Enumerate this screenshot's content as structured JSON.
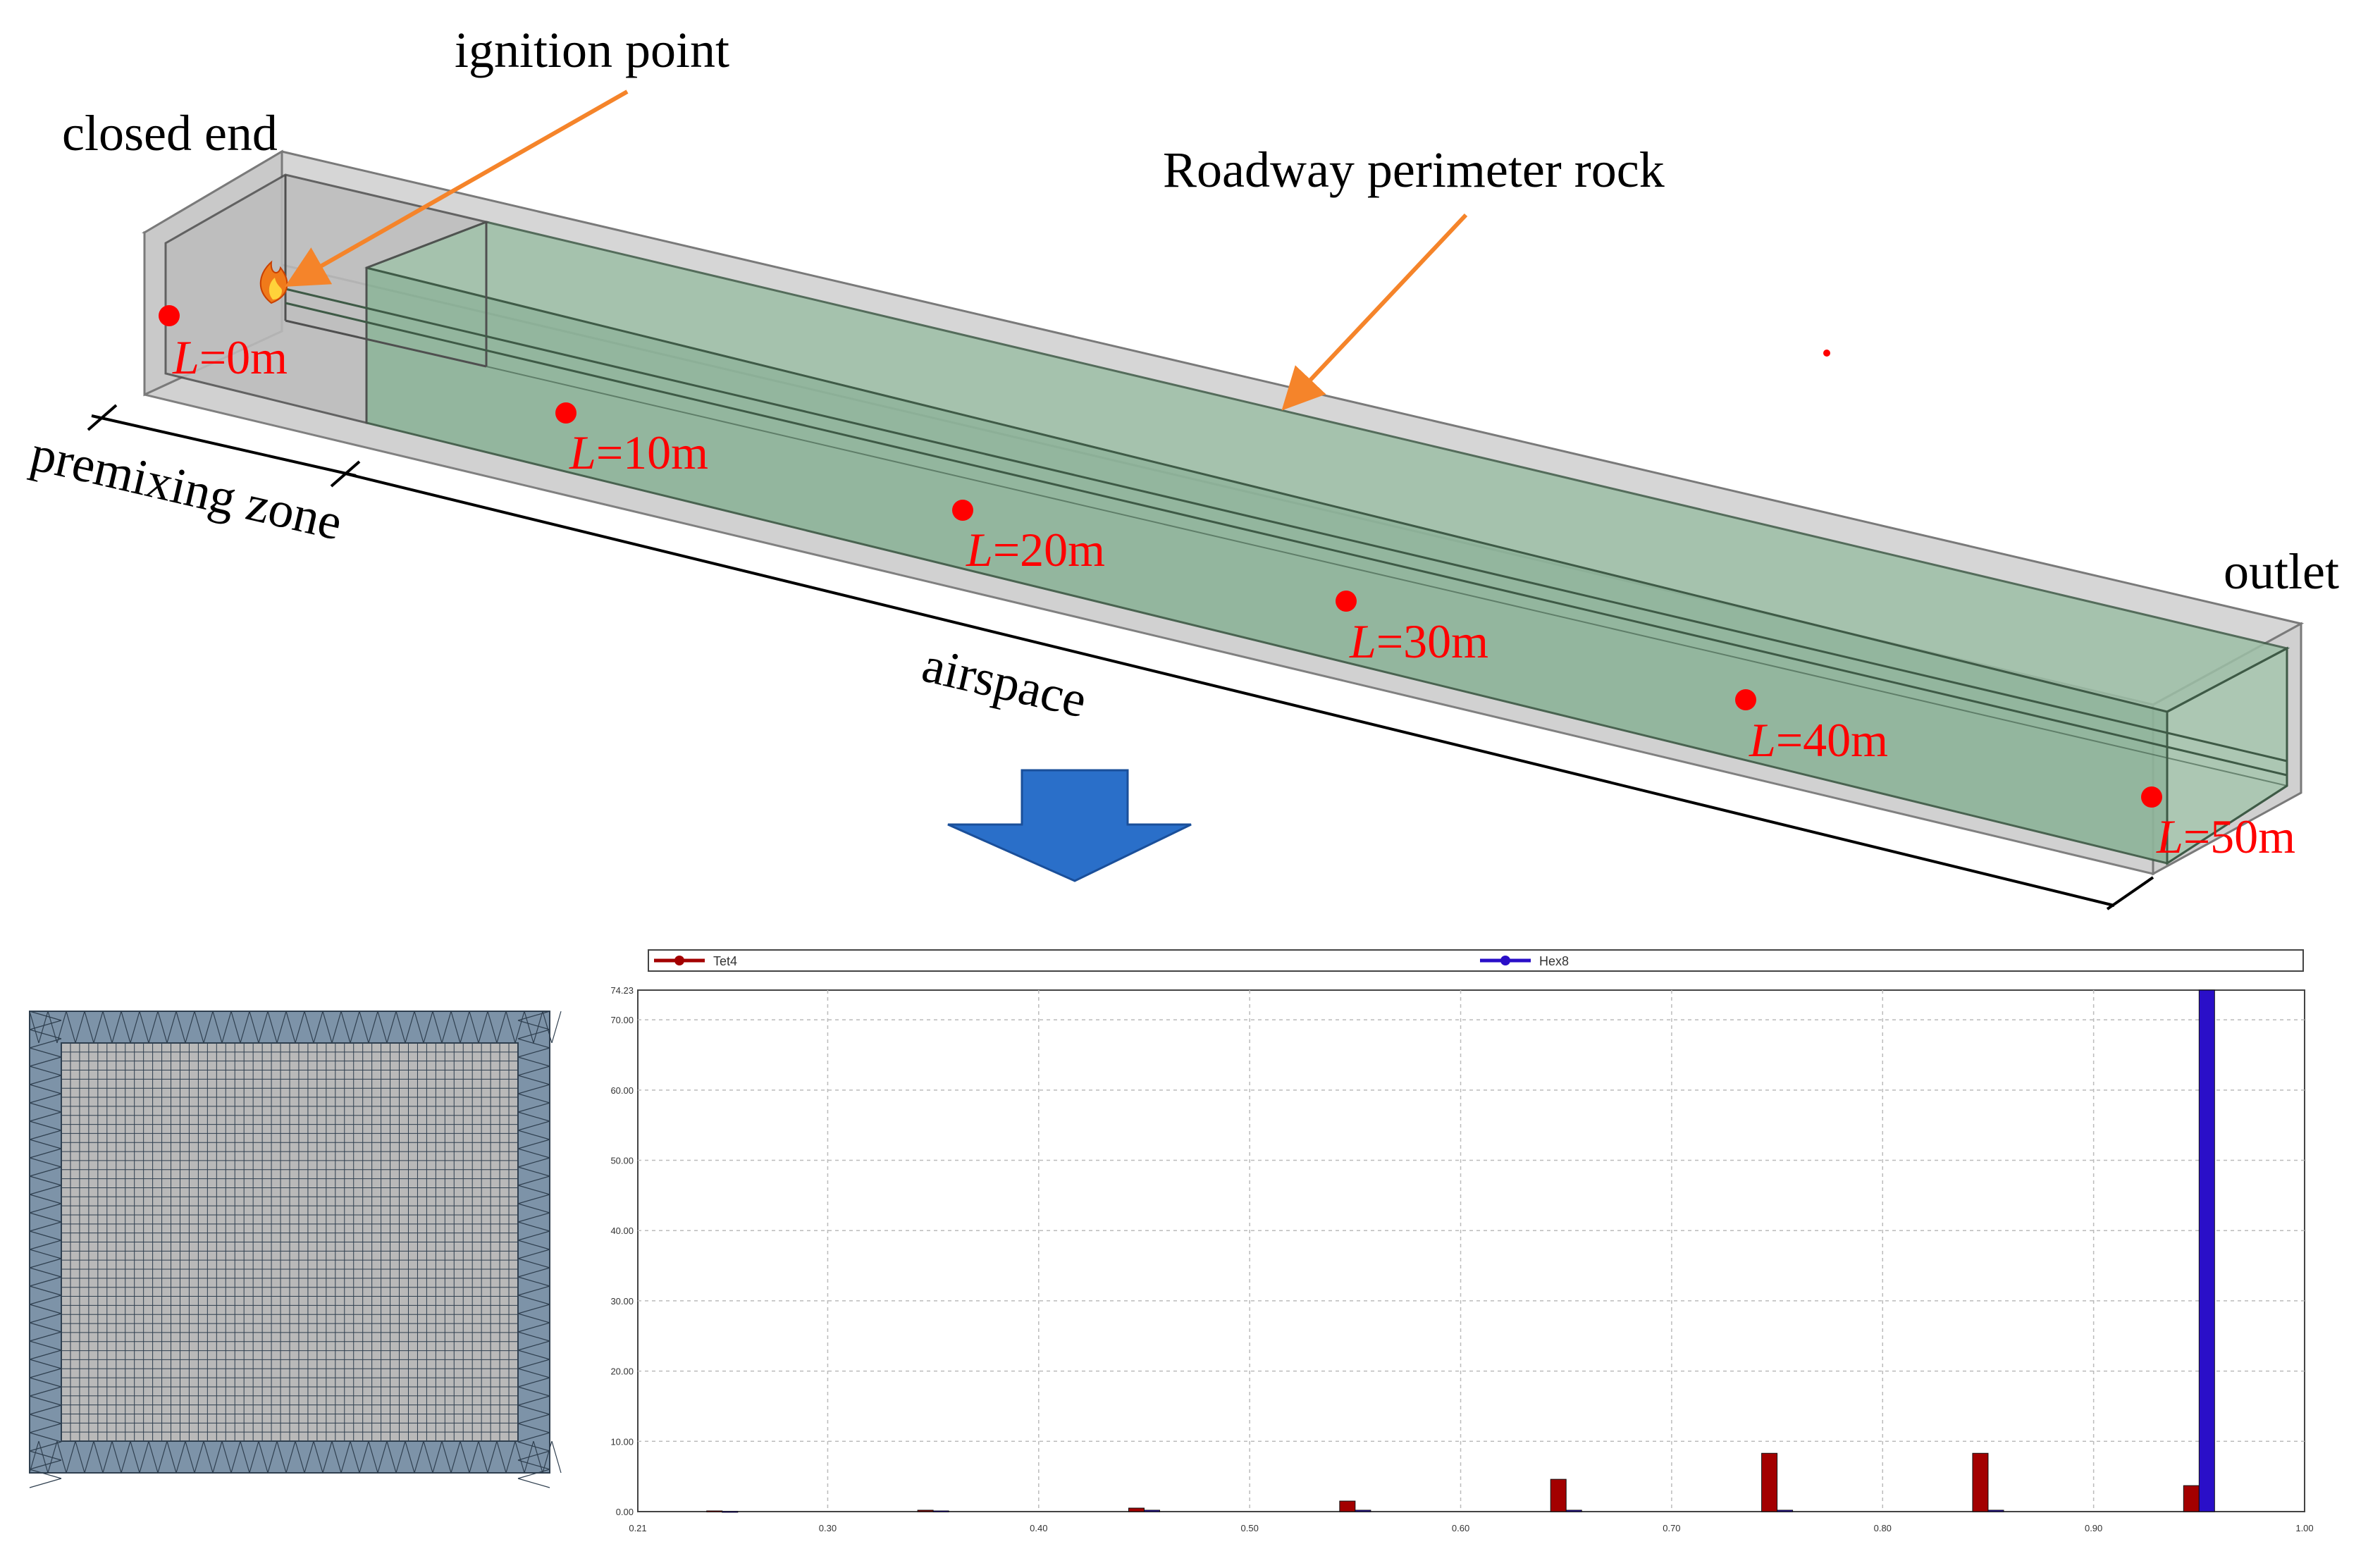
{
  "tunnel": {
    "labels": {
      "closed_end": "closed end",
      "ignition_point": "ignition point",
      "roadway_rock": "Roadway perimeter rock",
      "premixing_zone": "premixing zone",
      "airspace": "airspace",
      "outlet": "outlet"
    },
    "monitor_points": [
      {
        "italic": "L",
        "rest": "=0m"
      },
      {
        "italic": "L",
        "rest": "=10m"
      },
      {
        "italic": "L",
        "rest": "=20m"
      },
      {
        "italic": "L",
        "rest": "=30m"
      },
      {
        "italic": "L",
        "rest": "=40m"
      },
      {
        "italic": "L",
        "rest": "=50m"
      }
    ],
    "colors": {
      "rock": "#d3d3d3",
      "airspace": "#8fb49a",
      "marker": "#ff0000",
      "arrow": "#f5842a",
      "down_arrow": "#2a6fc9"
    }
  },
  "mesh": {
    "fill": "#b9b9b9",
    "line": "#2f3f4f",
    "outer_fill": "#7d93a8"
  },
  "chart_data": {
    "type": "bar",
    "legend": [
      "Tet4",
      "Hex8"
    ],
    "series_colors": {
      "Tet4": "#a30000",
      "Hex8": "#2a0fc8"
    },
    "x_tick_labels": [
      "0.21",
      "0.30",
      "0.40",
      "0.50",
      "0.60",
      "0.70",
      "0.80",
      "0.90",
      "1.00"
    ],
    "y_tick_labels": [
      "0.00",
      "10.00",
      "20.00",
      "30.00",
      "40.00",
      "50.00",
      "60.00",
      "70.00",
      "74.23"
    ],
    "xlim": [
      0.21,
      1.0
    ],
    "ylim": [
      0,
      74.23
    ],
    "grid": true,
    "series": [
      {
        "name": "Tet4",
        "x": [
          0.25,
          0.35,
          0.45,
          0.55,
          0.65,
          0.75,
          0.85,
          0.95
        ],
        "values": [
          0.1,
          0.2,
          0.5,
          1.5,
          4.6,
          8.3,
          8.3,
          3.7
        ]
      },
      {
        "name": "Hex8",
        "x": [
          0.25,
          0.35,
          0.45,
          0.55,
          0.65,
          0.75,
          0.85,
          0.95
        ],
        "values": [
          0.05,
          0.1,
          0.2,
          0.2,
          0.2,
          0.2,
          0.2,
          74.23
        ]
      }
    ]
  }
}
